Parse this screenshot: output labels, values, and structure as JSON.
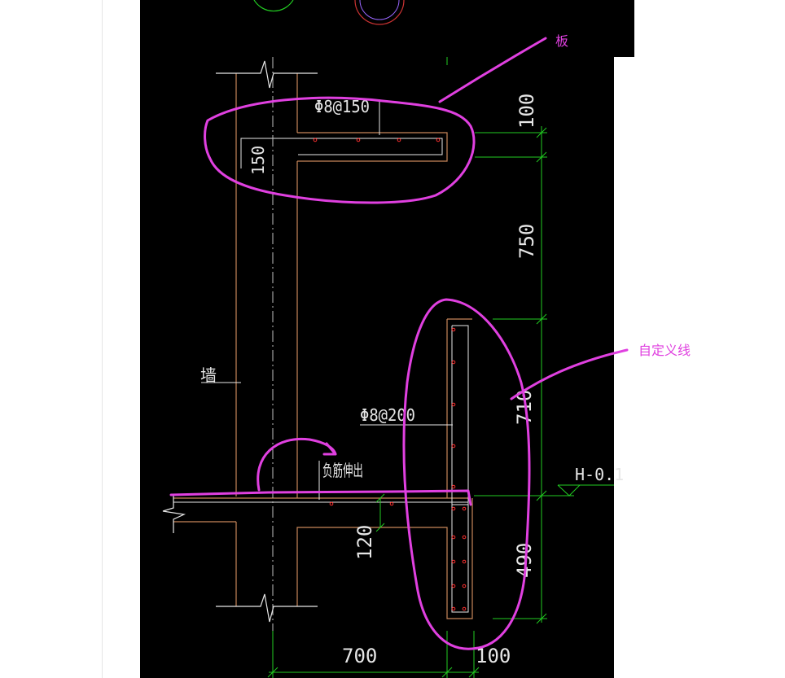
{
  "drawing": {
    "rebar_slab": "Φ8@150",
    "rebar_wall": "Φ8@200",
    "slab_thickness": "150",
    "wall_label": "墙",
    "negative_rebar_note": "负筋伸出",
    "floor_thickness": "120",
    "elevation_label": "H-0.1",
    "dims_vertical": [
      "100",
      "750",
      "710",
      "490"
    ],
    "dims_horizontal": [
      "700",
      "100"
    ]
  },
  "annotations": {
    "slab_label": "板",
    "custom_line_label": "自定义线"
  },
  "colors": {
    "background": "#000000",
    "wall_outline": "#c8875a",
    "rebar_line": "#e8e8e8",
    "dimension": "#22cc22",
    "rebar_dot": "#ff3030",
    "markup": "#e040e0",
    "center_line": "#c0c0c0"
  }
}
